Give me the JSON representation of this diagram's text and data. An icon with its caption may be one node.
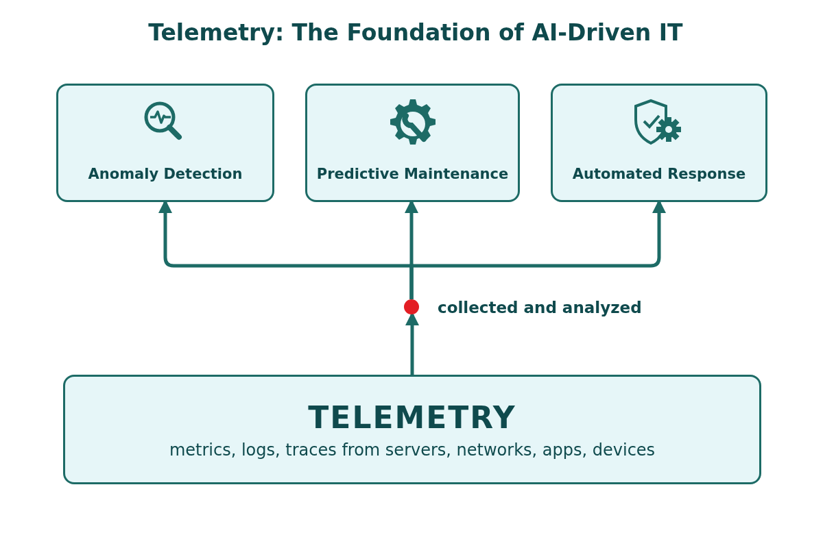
{
  "diagram": {
    "title": "Telemetry: The Foundation of AI-Driven IT",
    "nodes": [
      {
        "text": [
          "Anomaly Detection"
        ]
      },
      {
        "text": [
          "Predictive Maintenance"
        ]
      },
      {
        "text": [
          "Automated Response"
        ]
      },
      {
        "text": [
          "TELEMETRY",
          "metrics, logs, traces from servers, networks, apps, devices"
        ]
      },
      {
        "text": [],
        "shape": "circle",
        "beside": [
          "collected and analyzed"
        ]
      }
    ],
    "edges": [
      {
        "from": 3,
        "to": 4,
        "arrow": "to"
      },
      {
        "from": 4,
        "to": 0,
        "arrow": "to"
      },
      {
        "from": 4,
        "to": 1,
        "arrow": "to"
      },
      {
        "from": 4,
        "to": 2,
        "arrow": "to"
      }
    ]
  }
}
